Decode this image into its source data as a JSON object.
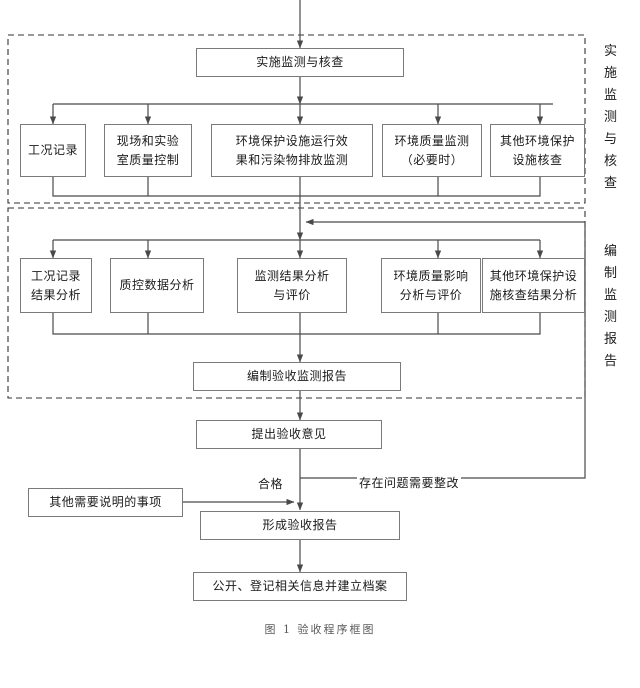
{
  "figure": {
    "caption": "图 1  验收程序框图"
  },
  "groups": [
    {
      "label": "实施监测与核查",
      "chars": [
        "实",
        "施",
        "监",
        "测",
        "与",
        "核",
        "查"
      ]
    },
    {
      "label": "编制监测报告",
      "chars": [
        "编",
        "制",
        "监",
        "测",
        "报",
        "告"
      ]
    }
  ],
  "nodes": {
    "implement_monitor": {
      "lines": [
        "实施监测与核查"
      ]
    },
    "row1": [
      {
        "lines": [
          "工况记录"
        ]
      },
      {
        "lines": [
          "现场和实验",
          "室质量控制"
        ]
      },
      {
        "lines": [
          "环境保护设施运行效",
          "果和污染物排放监测"
        ]
      },
      {
        "lines": [
          "环境质量监测",
          "（必要时）"
        ]
      },
      {
        "lines": [
          "其他环境保护",
          "设施核查"
        ]
      }
    ],
    "row2": [
      {
        "lines": [
          "工况记录",
          "结果分析"
        ]
      },
      {
        "lines": [
          "质控数据分析"
        ]
      },
      {
        "lines": [
          "监测结果分析",
          "与评价"
        ]
      },
      {
        "lines": [
          "环境质量影响",
          "分析与评价"
        ]
      },
      {
        "lines": [
          "其他环境保护设",
          "施核查结果分析"
        ]
      }
    ],
    "compile_report": {
      "lines": [
        "编制验收监测报告"
      ]
    },
    "propose_opinion": {
      "lines": [
        "提出验收意见"
      ]
    },
    "other_matters": {
      "lines": [
        "其他需要说明的事项"
      ]
    },
    "form_report": {
      "lines": [
        "形成验收报告"
      ]
    },
    "publish_archive": {
      "lines": [
        "公开、登记相关信息并建立档案"
      ]
    }
  },
  "edge_labels": {
    "pass": "合格",
    "rectify": "存在问题需要整改"
  },
  "colors": {
    "line": "#4a4a4a",
    "box_border": "#7a7a7a",
    "dash_border": "#333333",
    "text": "#1b1b1b",
    "background": "#ffffff"
  }
}
